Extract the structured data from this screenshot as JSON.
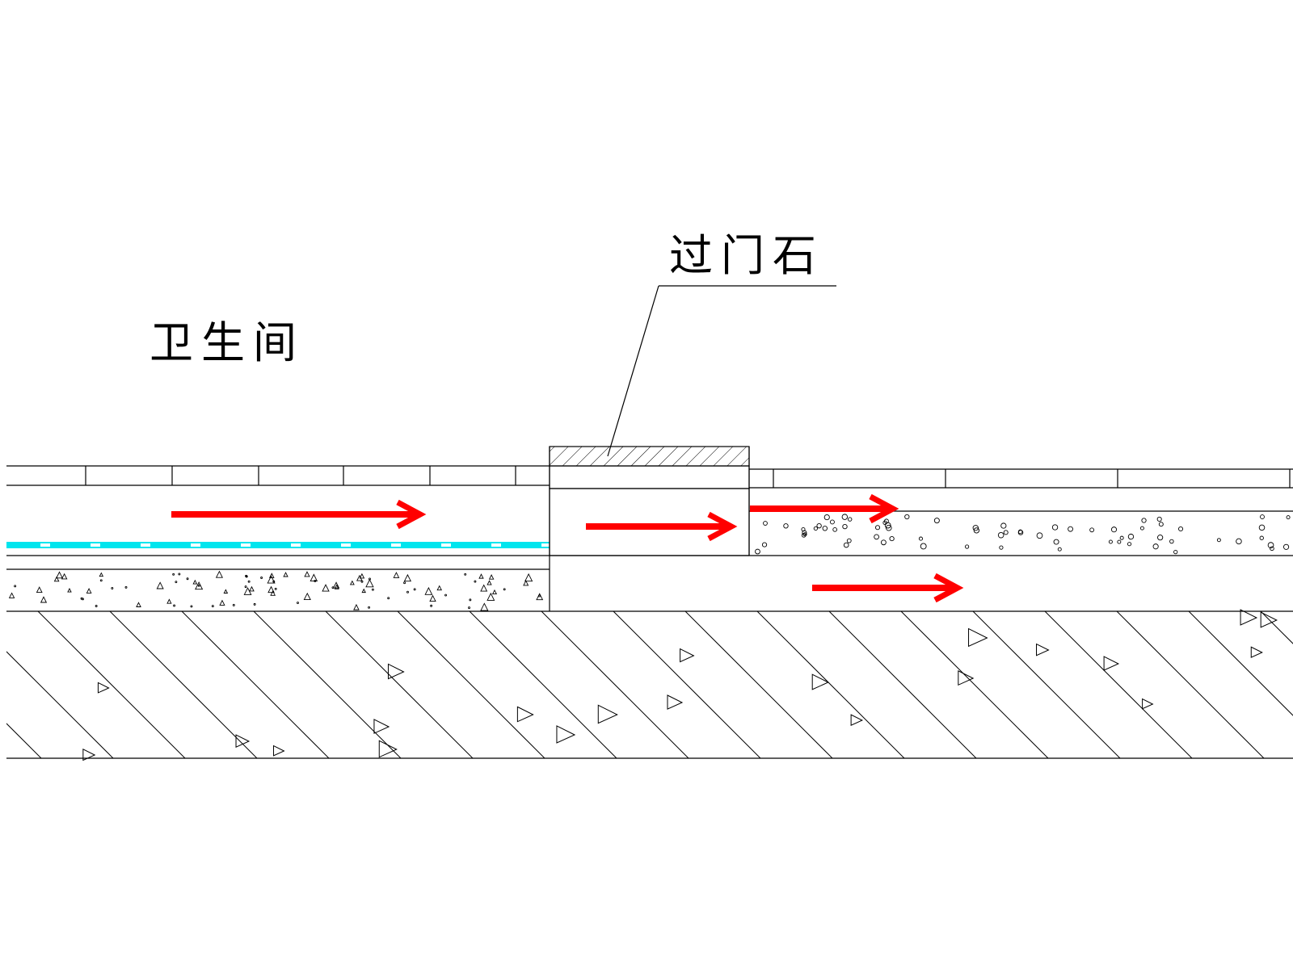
{
  "labels": {
    "room": "卫生间",
    "threshold_stone": "过门石"
  },
  "colors": {
    "line": "#000000",
    "arrow": "#ff0000",
    "waterproof": "#00e5ee"
  },
  "flow_arrows": 4
}
